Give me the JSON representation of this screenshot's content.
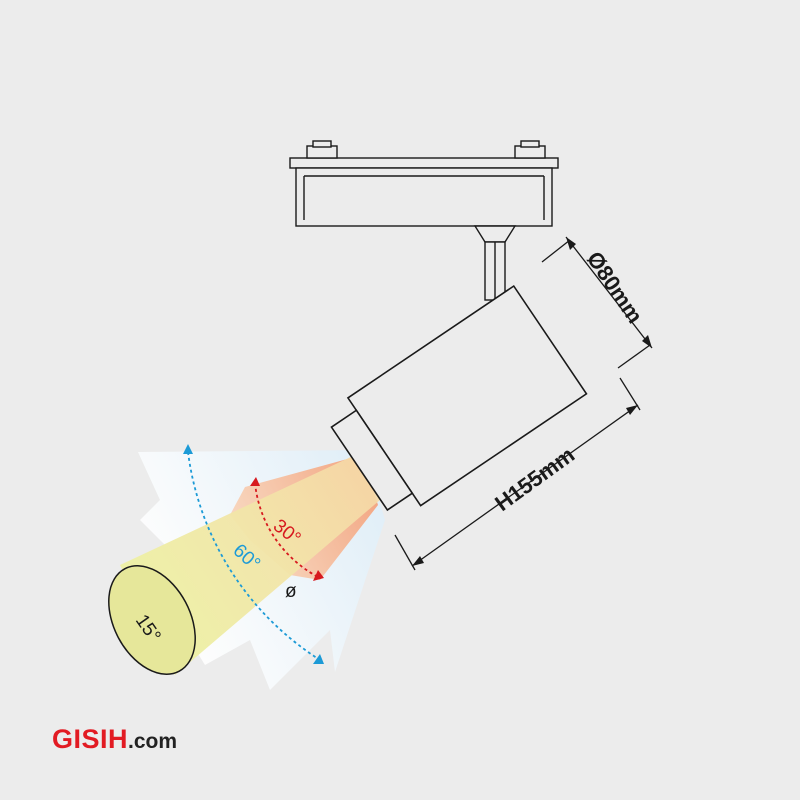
{
  "diagram": {
    "dimensions": {
      "diameter": "Ø80mm",
      "height": "H155mm"
    },
    "beam_angles": {
      "narrow": "15°",
      "medium": "30°",
      "wide": "60°",
      "phi": "ø"
    },
    "colors": {
      "line": "#1a1a1a",
      "angle_30": "#d7191f",
      "angle_60": "#1c9ad6",
      "beam_15": "#e6e79a",
      "beam_warm": "#f4a07a"
    }
  },
  "logo": {
    "brand": "GISIH",
    "tld": ".com"
  }
}
